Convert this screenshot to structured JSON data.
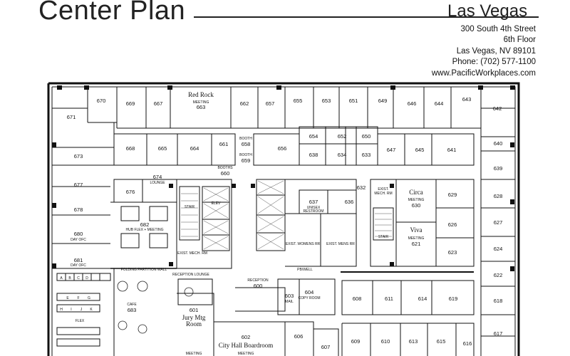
{
  "header": {
    "title": "Center Plan",
    "location": "Las Vegas"
  },
  "address": {
    "street": "300 South 4th Street",
    "floor": "6th Floor",
    "city": "Las Vegas, NV 89101",
    "phone": "Phone: (702) 577-1100",
    "website": "www.PacificWorkplaces.com"
  },
  "rooms": {
    "r670": "670",
    "r669": "669",
    "r667": "667",
    "red_rock_name": "Red Rock",
    "red_rock_type": "MEETING",
    "red_rock_num": "663",
    "r662": "662",
    "r657": "657",
    "r655": "655",
    "r653": "653",
    "r651": "651",
    "r649": "649",
    "r646": "646",
    "r644": "644",
    "r643": "643",
    "r642": "642",
    "r671": "671",
    "r668": "668",
    "r665": "665",
    "r664": "664",
    "r661": "661",
    "booth658_label": "BOOTH",
    "booth658_num": "658",
    "booth659_label": "BOOTH",
    "booth659_num": "659",
    "booths660_label": "BOOTHS",
    "booths660_num": "660",
    "r656": "656",
    "r654": "654",
    "r652": "652",
    "r650": "650",
    "r638": "638",
    "r634": "634",
    "r633": "633",
    "r647": "647",
    "r645": "645",
    "r641": "641",
    "r640": "640",
    "r673": "673",
    "r639": "639",
    "lounge674_num": "674",
    "lounge674_label": "LOUNGE",
    "r676": "676",
    "r677": "677",
    "r628": "628",
    "r678": "678",
    "r632": "632",
    "mech_label": "EXIST.",
    "mech_label2": "MECH. RM",
    "r637": "637",
    "r636": "636",
    "unisex": "UNISEX",
    "restroom": "RESTROOM",
    "circa_name": "Circa",
    "circa_type": "MEETING",
    "circa_num": "630",
    "r629": "629",
    "r626": "626",
    "r627": "627",
    "hub682_num": "682",
    "hub682_label": "HUB FLEX + MEETING",
    "stair": "STAIR",
    "elev": "ELEV",
    "r680": "680",
    "r680_label": "DAY OFC",
    "r681": "681",
    "r681_label": "DAY OFC",
    "womens": "EXIST. WOMENS RR",
    "mens": "EXIST. MENS RR",
    "viva_name": "Viva",
    "viva_type": "MEETING",
    "viva_num": "621",
    "r623": "623",
    "r624": "624",
    "emech": "EXIST. MECH. RM",
    "folding": "FOLDING PARTITION WALL",
    "pbwell": "PB/WELL",
    "reception_lounge": "RECEPTION LOUNGE",
    "reception": "RECEPTION",
    "r600": "600",
    "r603": "603",
    "mail": "MAIL",
    "r604": "604",
    "copy": "COPY ROOM",
    "r622": "622",
    "r608": "608",
    "r611": "611",
    "r614": "614",
    "r619": "619",
    "r618": "618",
    "cafe": "CAFE",
    "r683": "683",
    "jury601_num": "601",
    "jury601_name": "Jury Mtg",
    "jury601_name2": "Room",
    "jury601_type": "MEETING",
    "flex": "FLEX",
    "r602": "602",
    "boardroom_name": "City Hall Boardroom",
    "boardroom_type": "MEETING",
    "r606": "606",
    "r607": "607",
    "r609": "609",
    "r610": "610",
    "r613": "613",
    "r615": "615",
    "r616": "616",
    "r617": "617",
    "desk_a": "A",
    "desk_b": "B",
    "desk_c": "C",
    "desk_d": "D",
    "desk_e": "E",
    "desk_f": "F",
    "desk_g": "G",
    "desk_h": "H",
    "desk_i": "I",
    "desk_j": "J",
    "desk_k": "K"
  },
  "colors": {
    "wall": "#111111",
    "line": "#333333",
    "background": "#ffffff"
  }
}
